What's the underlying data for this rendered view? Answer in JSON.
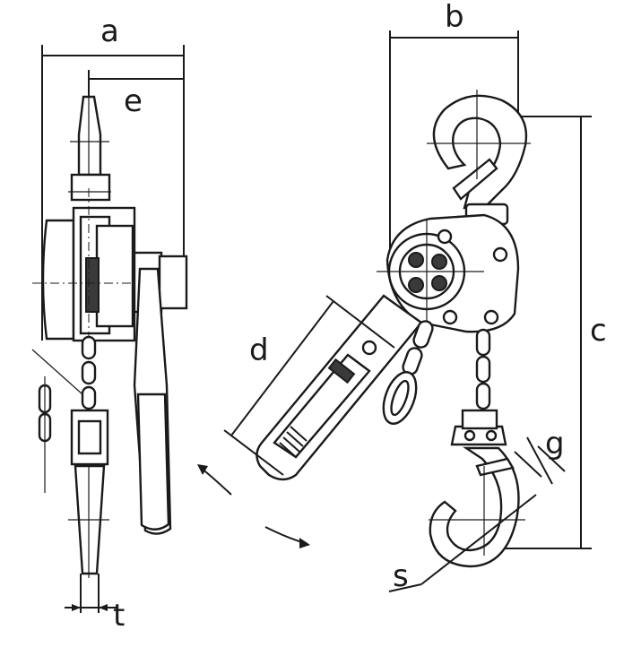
{
  "diagram": {
    "dimension_labels": {
      "a": "a",
      "b": "b",
      "c": "c",
      "d": "d",
      "e": "e",
      "g": "g",
      "s": "s",
      "t": "t"
    }
  }
}
